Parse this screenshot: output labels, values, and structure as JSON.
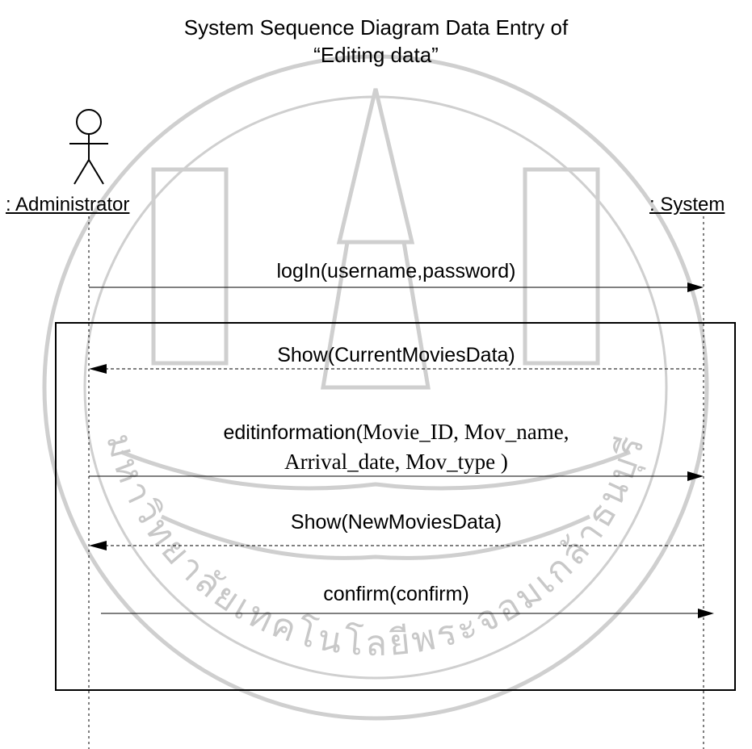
{
  "diagram": {
    "title_line1": "System Sequence Diagram Data Entry of",
    "title_line2": "“Editing data”",
    "actor": {
      "label": ": Administrator",
      "icon": "stick-figure-icon"
    },
    "system": {
      "label": ": System"
    },
    "messages": [
      {
        "label": "logIn(username,password)",
        "direction": "to-system",
        "style": "solid"
      },
      {
        "label": "Show(CurrentMoviesData)",
        "direction": "to-actor",
        "style": "dashed"
      },
      {
        "label_prefix": "editinformation(",
        "label_params": "Movie_ID, Mov_name,",
        "label_line2": "Arrival_date, Mov_type )",
        "direction": "to-system",
        "style": "solid"
      },
      {
        "label": "Show(NewMoviesData)",
        "direction": "to-actor",
        "style": "dashed"
      },
      {
        "label": "confirm(confirm)",
        "direction": "to-system",
        "style": "solid"
      }
    ],
    "watermark": {
      "text": "มหาวิทยาลัยเทคโนโลยีพระจอมเกล้าธนบุรี",
      "color": "#c8c8c8"
    }
  }
}
